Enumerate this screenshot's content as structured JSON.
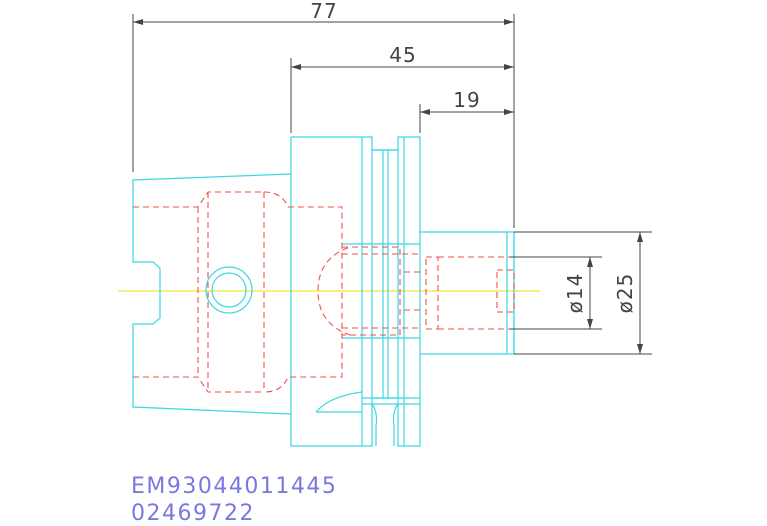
{
  "dimensions": {
    "overall_length": "77",
    "holder_length": "45",
    "shank_length": "19",
    "inner_diameter": "ø14",
    "outer_diameter": "ø25"
  },
  "part": {
    "code": "EM93044011445",
    "number": "02469722"
  },
  "colors": {
    "outline": "#3fd6e6",
    "hidden": "#f0504a",
    "dimension": "#444444",
    "centerline": "#e8e000",
    "text": "#7a78e0"
  }
}
